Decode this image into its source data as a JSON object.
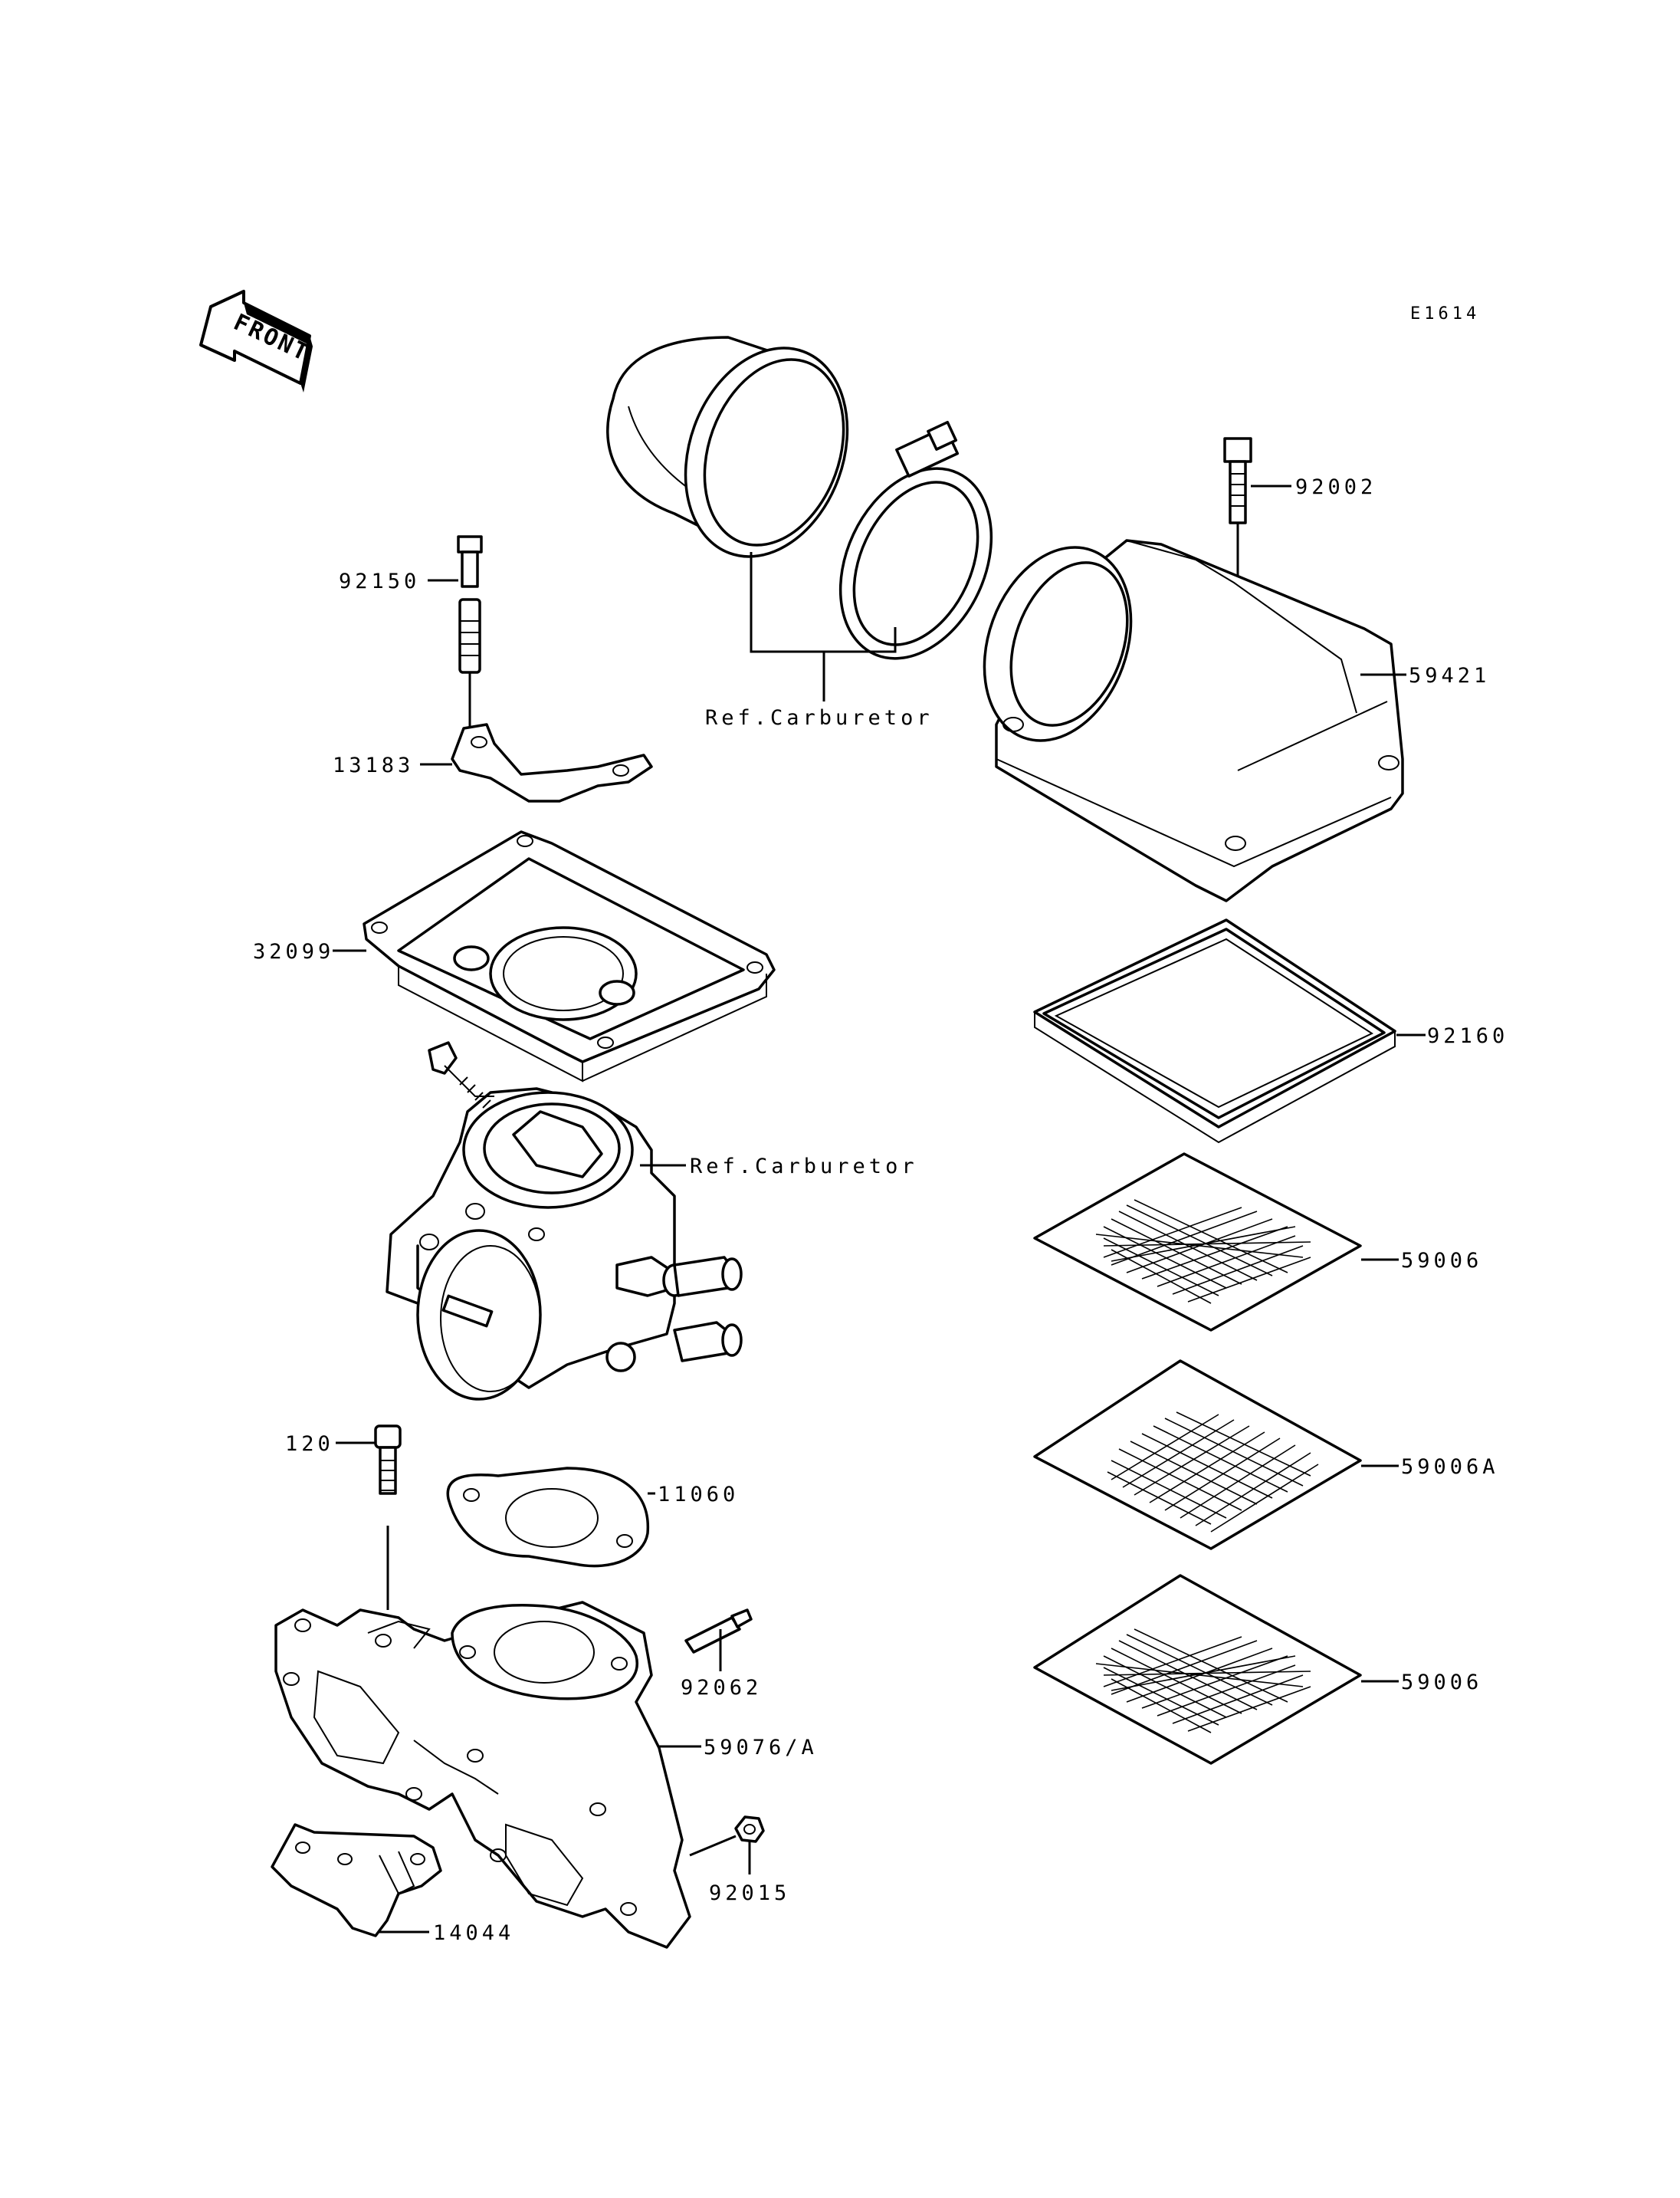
{
  "figure_code": "E1614",
  "front_label": "FRONT",
  "parts": {
    "bolt_92150": "92150",
    "bracket_13183": "13183",
    "case_32099": "32099",
    "ref_carb_top": "Ref.Carburetor",
    "ref_carb_mid": "Ref.Carburetor",
    "bolt_120": "120",
    "gasket_11060": "11060",
    "fitting_92062": "92062",
    "manifold_59076": "59076/A",
    "nut_92015": "92015",
    "bracket_14044": "14044",
    "bolt_92002": "92002",
    "cover_59421": "59421",
    "seal_92160": "92160",
    "screen_59006_a": "59006",
    "screen_59006a": "59006A",
    "screen_59006_b": "59006"
  }
}
